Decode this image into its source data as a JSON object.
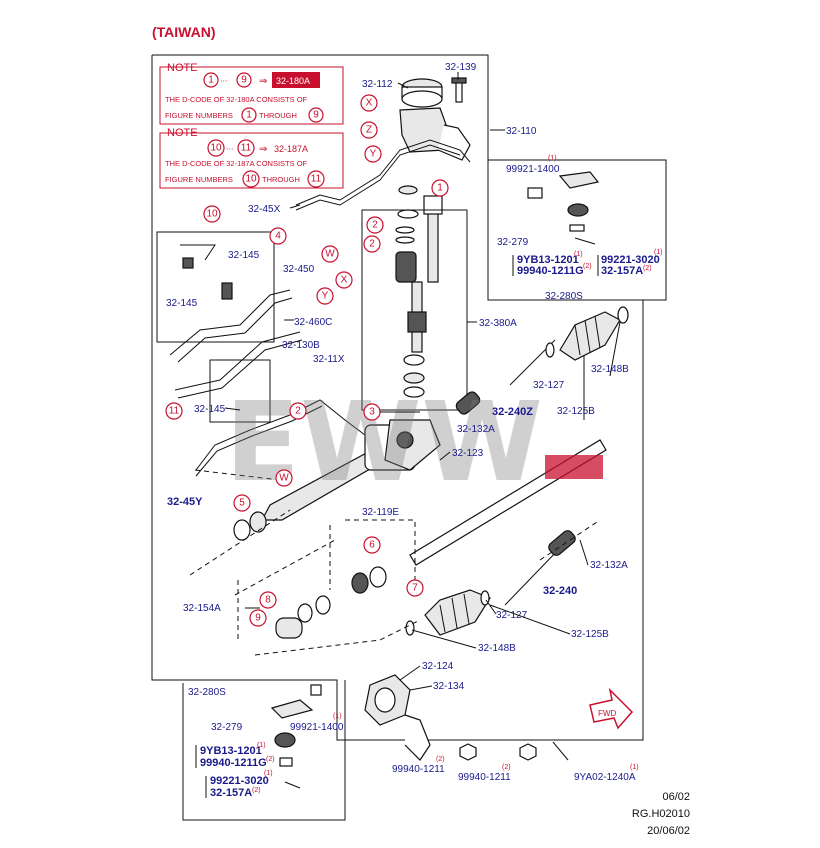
{
  "header": {
    "region": "(TAIWAN)"
  },
  "notes": [
    {
      "title": "NOTE",
      "ref_from": "1",
      "ref_to": "9",
      "arrow": "⇒",
      "code": "32-180A",
      "line1": "THE D-CODE OF 32-180A CONSISTS OF",
      "line2a": "FIGURE NUMBERS",
      "line2b": "THROUGH"
    },
    {
      "title": "NOTE",
      "ref_from": "10",
      "ref_to": "11",
      "arrow": "⇒",
      "code": "32-187A",
      "line1": "THE D-CODE OF 32-187A CONSISTS OF",
      "line2a": "FIGURE NUMBERS",
      "line2b": "THROUGH"
    }
  ],
  "labels": {
    "p112": "32-112",
    "p139": "32-139",
    "p110": "32-110",
    "p45x": "32-45X",
    "p145a": "32-145",
    "p450": "32-450",
    "p145b": "32-145",
    "p460c": "32-460C",
    "p130b": "32-130B",
    "p11x": "32-11X",
    "p380a": "32-380A",
    "p145c": "32-145",
    "p45y": "32-45Y",
    "p119e": "32-119E",
    "p154a": "32-154A",
    "p123": "32-123",
    "p127a": "32-127",
    "p148b_a": "32-148B",
    "p240z": "32-240Z",
    "p125b_a": "32-125B",
    "p132a_a": "32-132A",
    "p132a_b": "32-132A",
    "p240": "32-240",
    "p127b": "32-127",
    "p125b_b": "32-125B",
    "p148b_b": "32-148B",
    "p124": "32-124",
    "p134": "32-134",
    "p280s_a": "32-280S",
    "p279_a": "32-279",
    "p280s_b": "32-280S",
    "p279_b": "32-279",
    "fwd": "FWD"
  },
  "parts_top_right": {
    "n1400": "99921-1400",
    "q1400": "(1)",
    "yb13": "9YB13-1201",
    "q_yb13": "(1)",
    "g1211": "99940-1211G",
    "q_g1211": "(2)",
    "n3020": "99221-3020",
    "q3020": "(1)",
    "c157": "32-157A",
    "q157": "(2)"
  },
  "parts_bottom_left": {
    "n1400": "99921-1400",
    "q1400": "(1)",
    "yb13": "9YB13-1201",
    "q_yb13": "(1)",
    "g1211": "99940-1211G",
    "q_g1211": "(2)",
    "n3020": "99221-3020",
    "q3020": "(1)",
    "c157": "32-157A",
    "q157": "(2)"
  },
  "parts_bottom": {
    "a1211": "99940-1211",
    "qa": "(2)",
    "b1211": "99940-1211",
    "qb": "(2)",
    "ya02": "9YA02-1240A",
    "qc": "(1)"
  },
  "callouts": {
    "c1": "1",
    "c2a": "2",
    "c2b": "2",
    "c3": "3",
    "c4": "4",
    "c5": "5",
    "c6": "6",
    "c7": "7",
    "c8": "8",
    "c9": "9",
    "c10": "10",
    "c11": "11",
    "c2c": "2",
    "cx1": "X",
    "cz": "Z",
    "cy1": "Y",
    "cw1": "W",
    "cx2": "X",
    "cy2": "Y",
    "cw2": "W"
  },
  "footer": {
    "line1": "06/02",
    "line2": "RG.H02010",
    "line3": "20/06/02"
  },
  "watermark": "EWW",
  "colors": {
    "accent": "#c8102e",
    "label": "#1a1a8c",
    "line": "#111111"
  }
}
